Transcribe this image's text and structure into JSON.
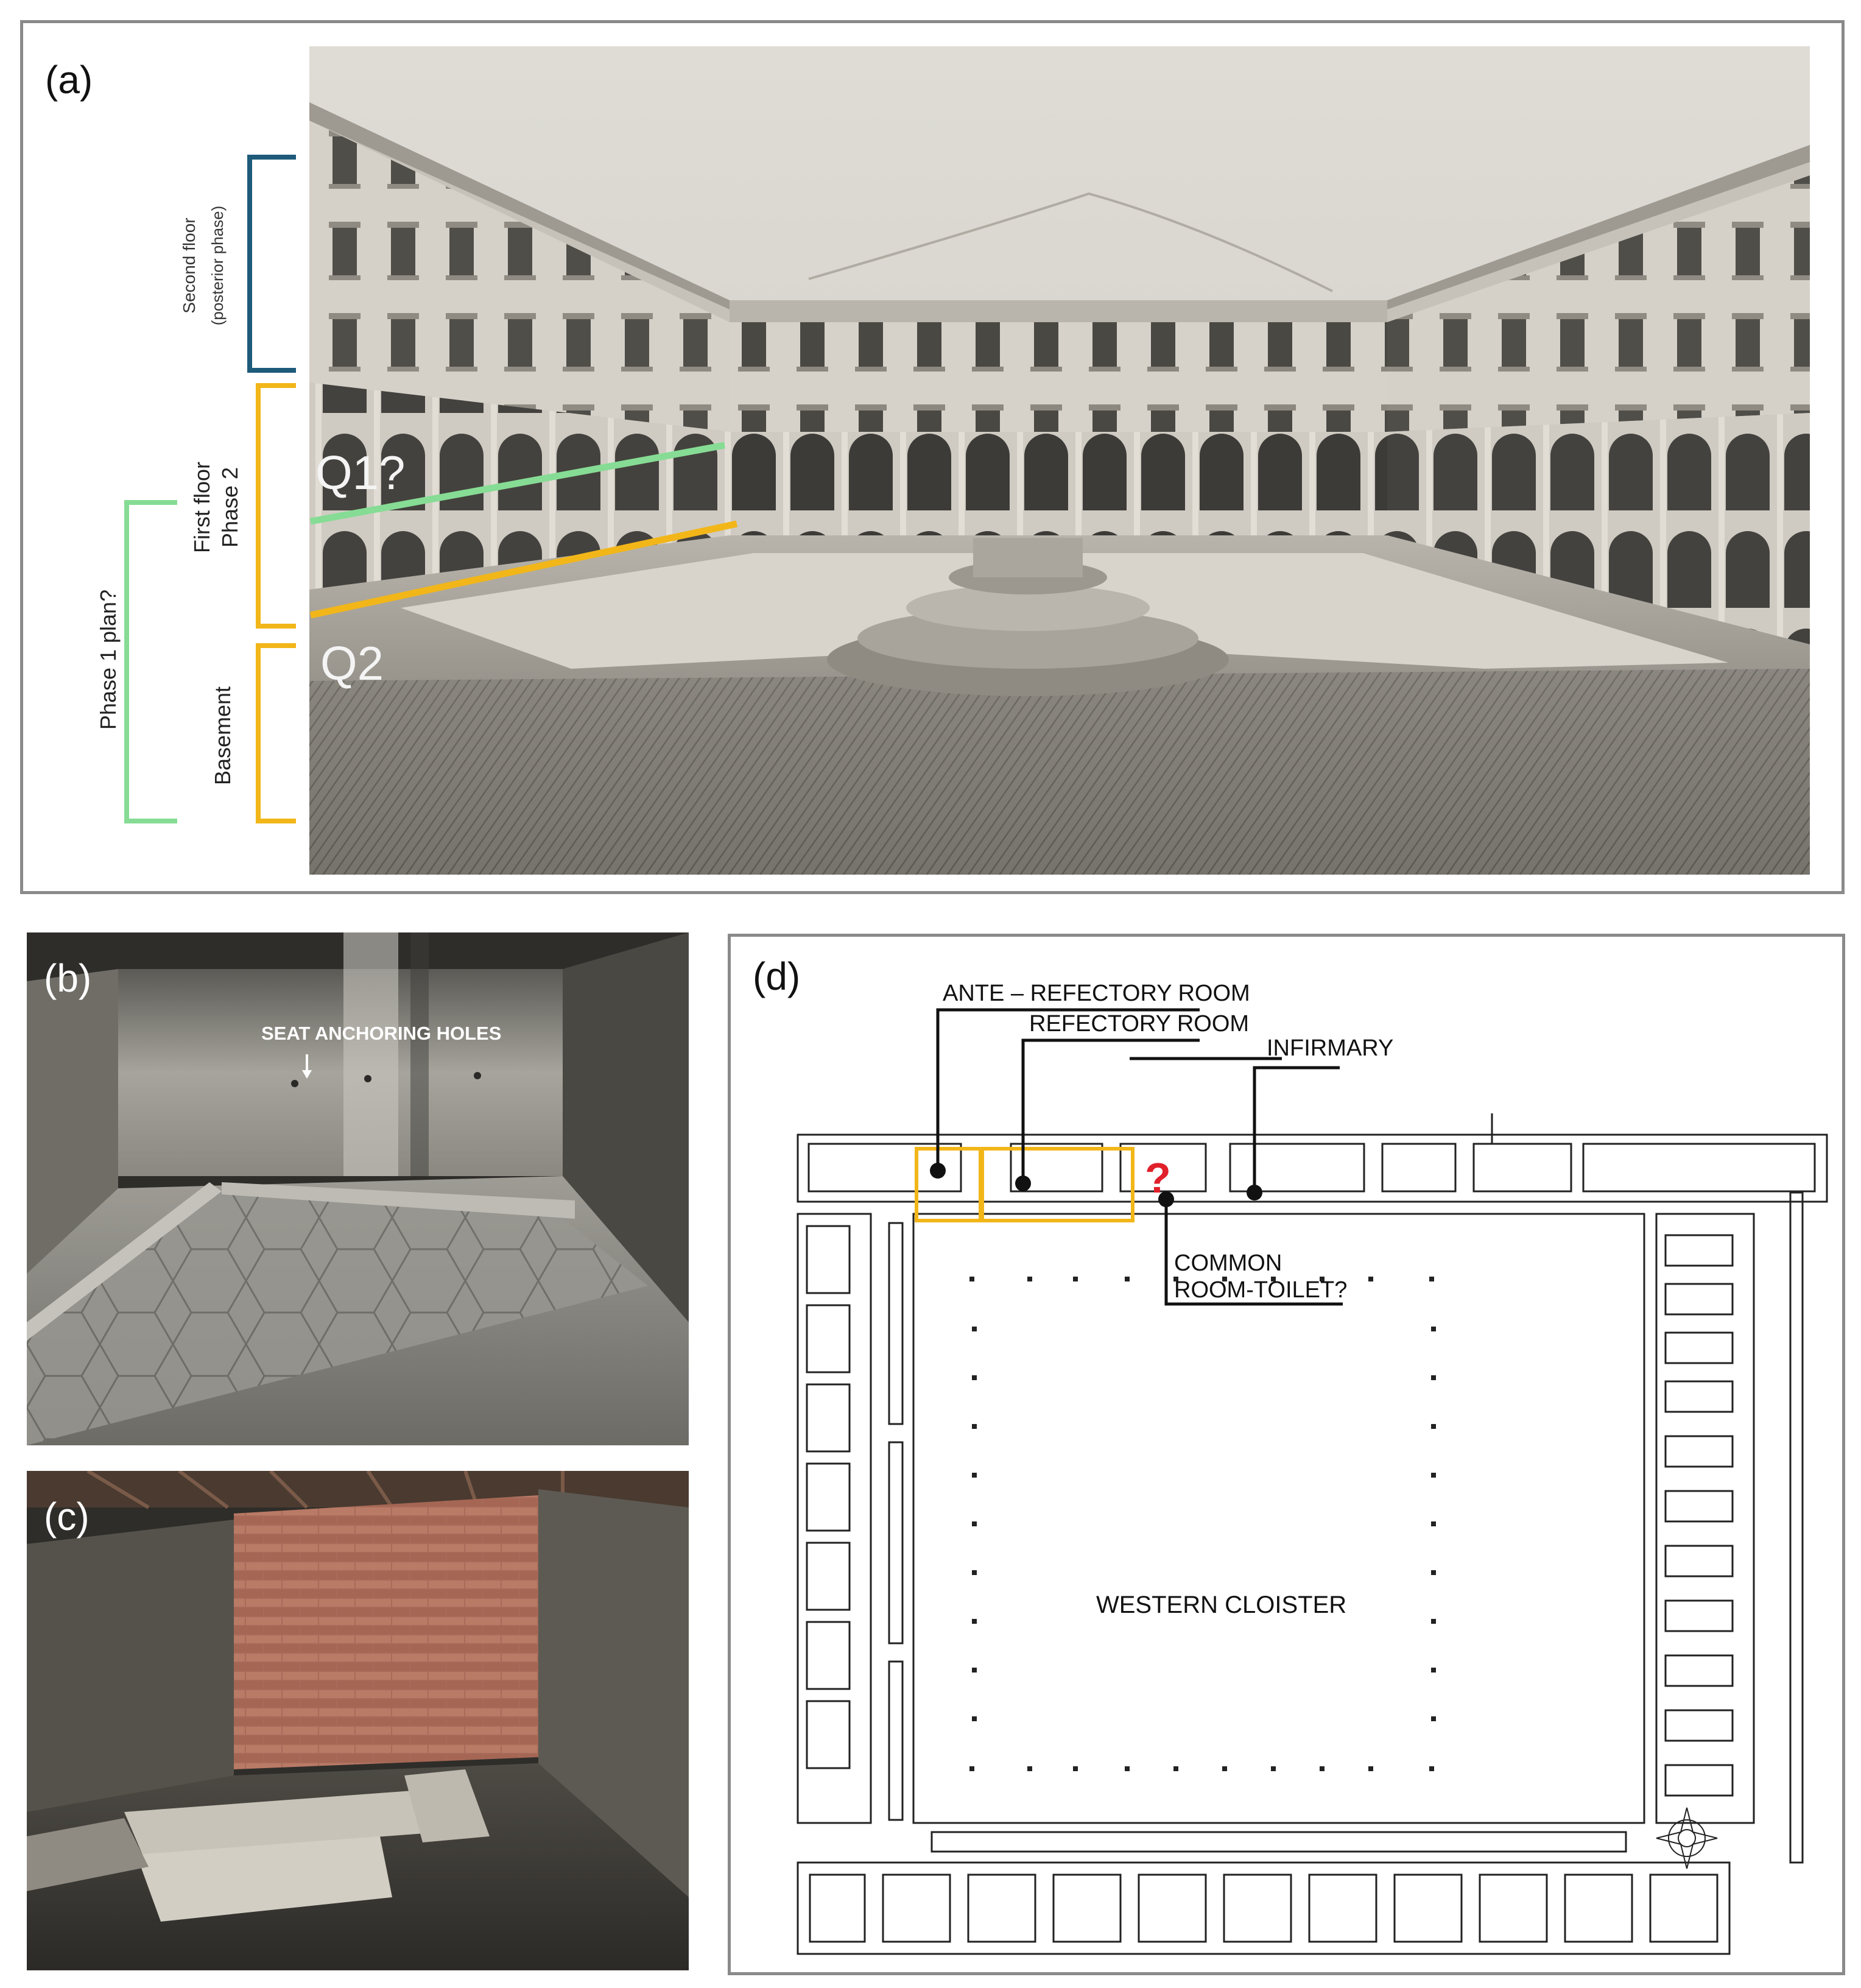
{
  "panel_a": {
    "label": "(a)",
    "brackets": {
      "second_floor": "Second floor",
      "second_floor_sub": "(posterior phase)",
      "first_floor": "First floor",
      "first_floor_sub": "Phase 2",
      "basement": "Basement",
      "phase1": "Phase 1 plan?"
    },
    "q1": "Q1?",
    "q2": "Q2",
    "colors": {
      "blue": "#1e5a7a",
      "yellow": "#f2b619",
      "green": "#86dc94"
    }
  },
  "panel_b": {
    "label": "(b)",
    "annotation": "SEAT ANCHORING HOLES"
  },
  "panel_c": {
    "label": "(c)"
  },
  "panel_d": {
    "label": "(d)",
    "ante_refectory": "ANTE – REFECTORY ROOM",
    "refectory": "REFECTORY ROOM",
    "infirmary": "INFIRMARY",
    "common_room_line1": "COMMON",
    "common_room_line2": "ROOM-TOILET?",
    "question_mark": "?",
    "western_cloister": "WESTERN CLOISTER",
    "highlight_color": "#f2b619",
    "question_color": "#e0202a"
  }
}
